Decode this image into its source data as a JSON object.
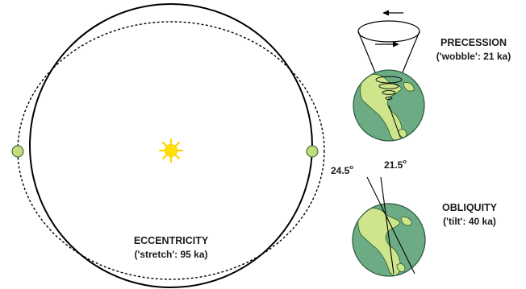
{
  "colors": {
    "earth_ocean": "#6dab84",
    "earth_land": "#cfe58c",
    "orbit_planet": "#c2dc7c",
    "sun": "#ffe000",
    "line": "#000000"
  },
  "icons": [
    "sun-icon",
    "earth-globe-icon",
    "planet-icon"
  ],
  "eccentricity": {
    "title": "ECCENTRICITY",
    "subtitle": "('stretch': 95 ka)"
  },
  "precession": {
    "title": "PRECESSION",
    "subtitle": "('wobble': 21 ka)"
  },
  "obliquity": {
    "title": "OBLIQUITY",
    "subtitle": "('tilt': 40 ka)",
    "angle_max": "24.5",
    "angle_min": "21.5",
    "degree_symbol": "o"
  }
}
